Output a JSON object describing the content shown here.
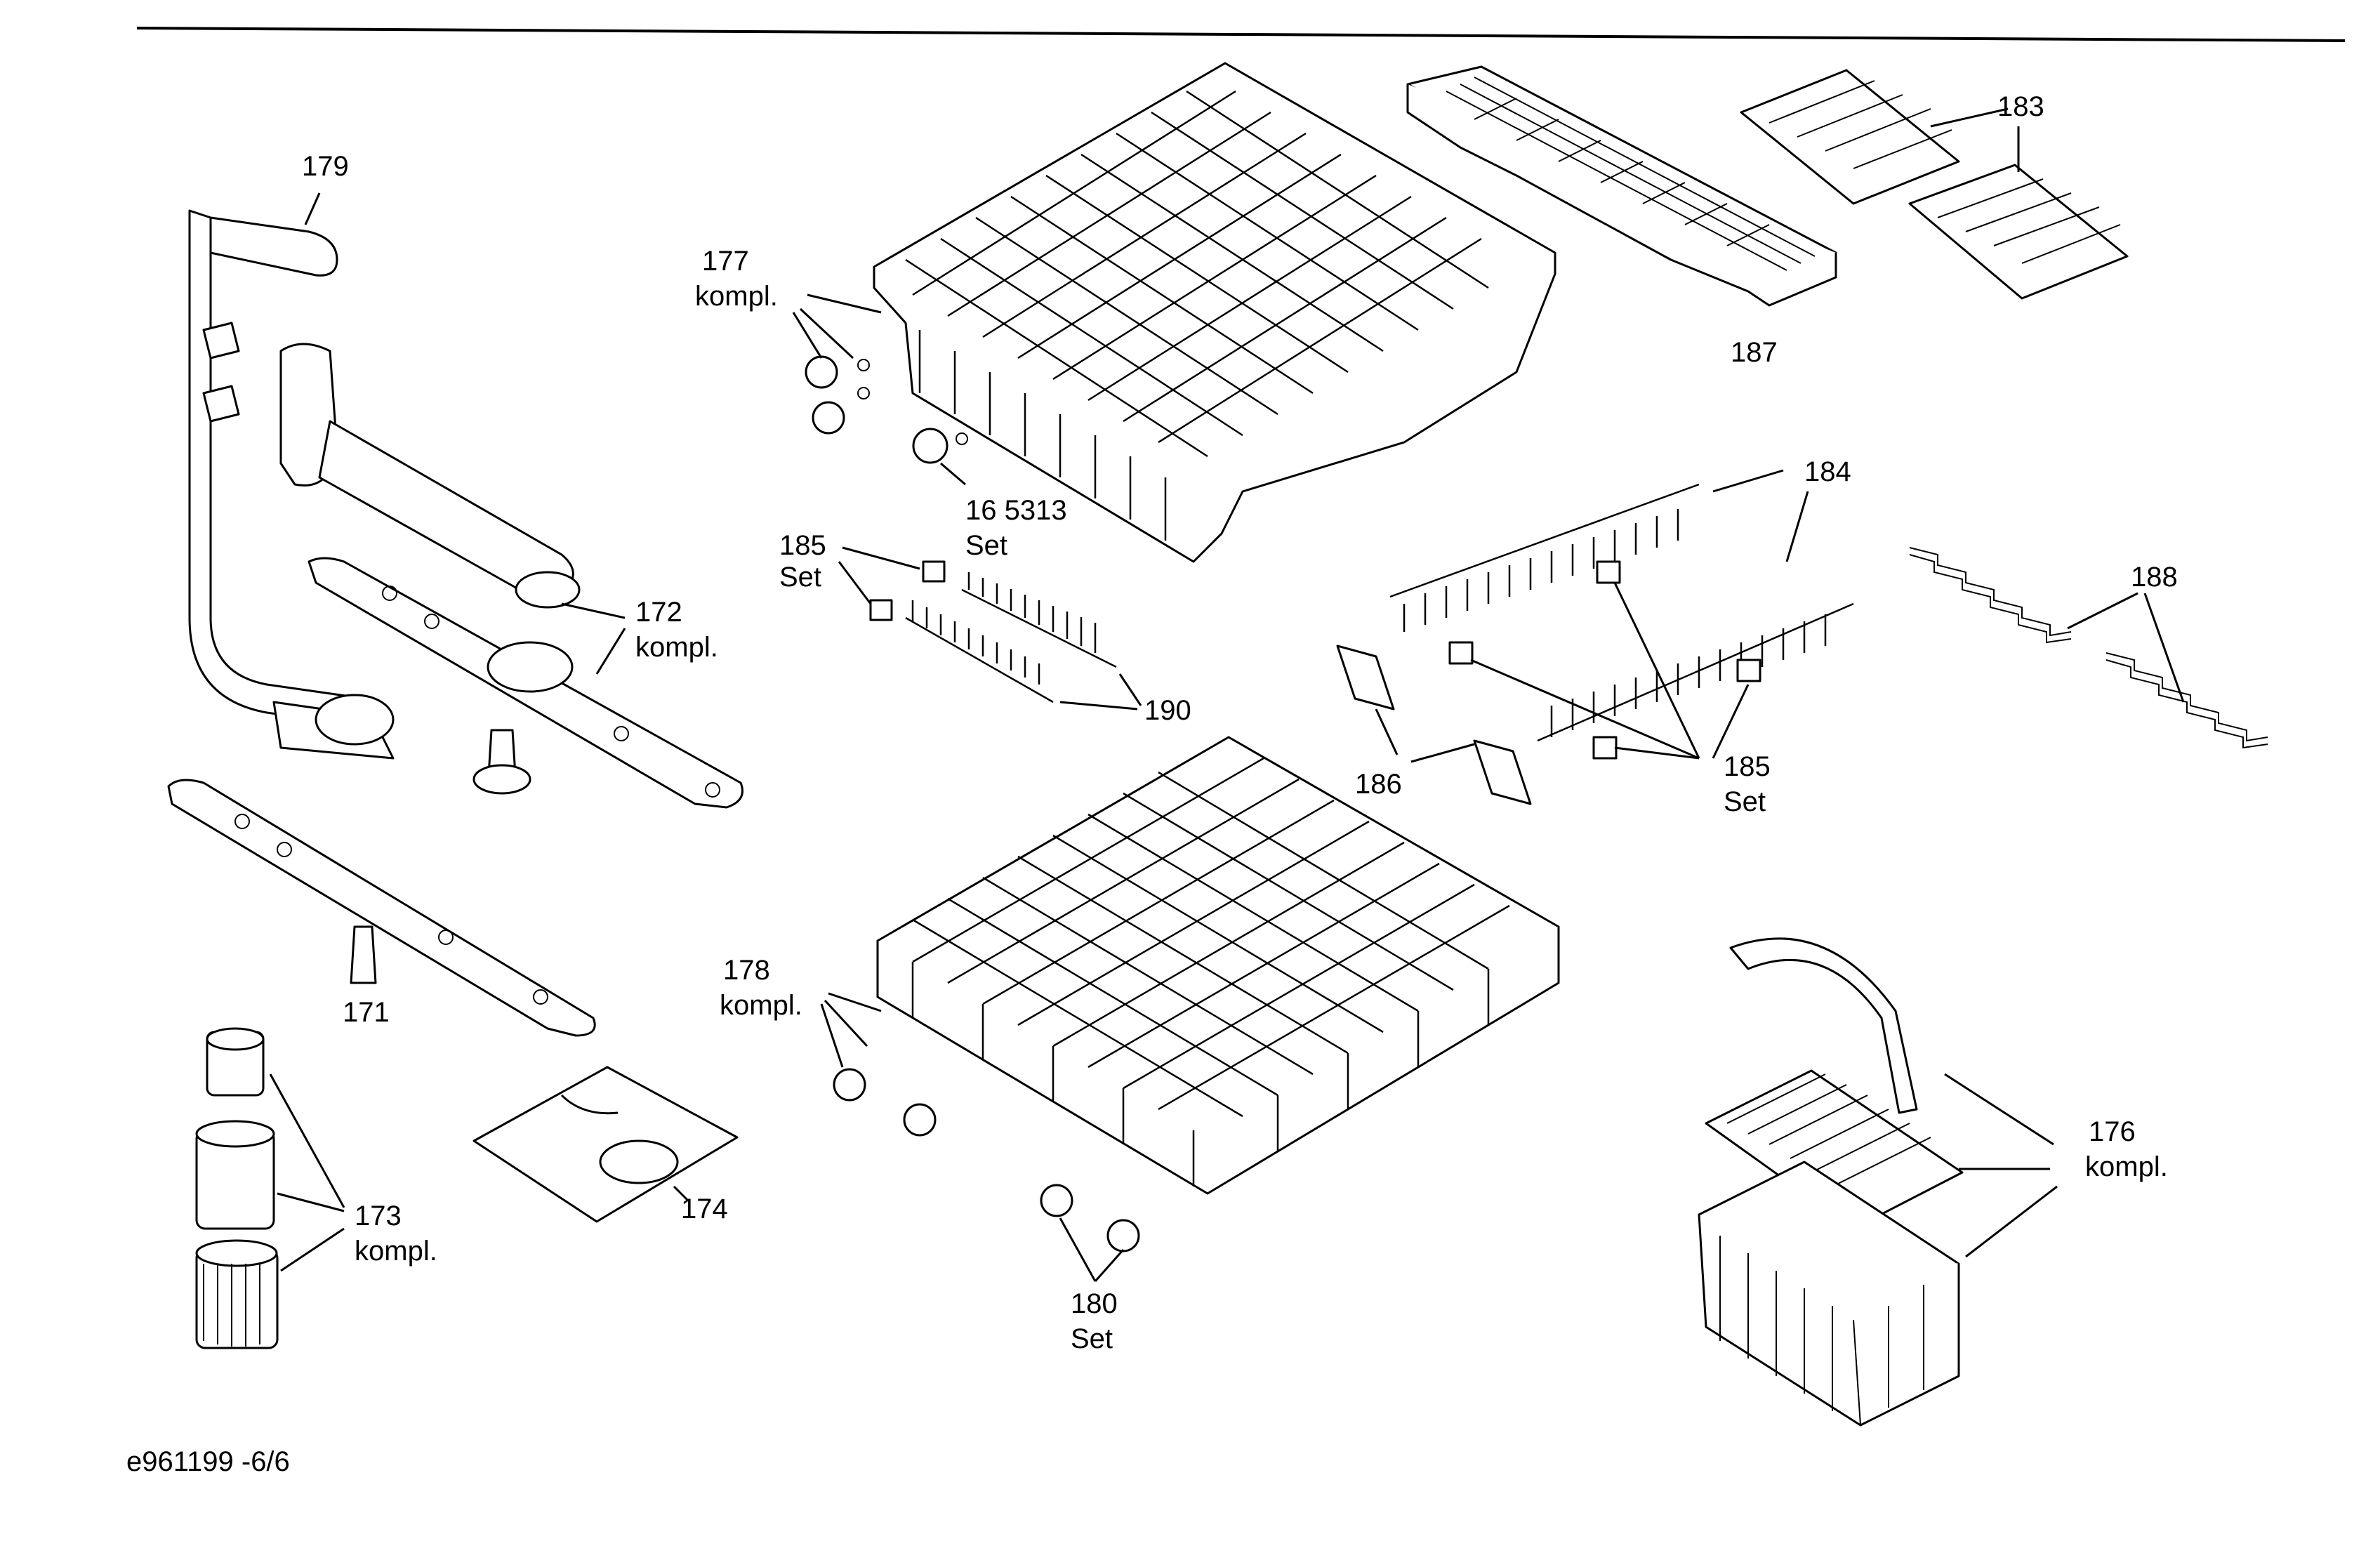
{
  "drawing_code": "e961199 -6/6",
  "parts": [
    {
      "id": "p179",
      "number": "179",
      "suffix": ""
    },
    {
      "id": "p172",
      "number": "172",
      "suffix": "kompl."
    },
    {
      "id": "p171",
      "number": "171",
      "suffix": ""
    },
    {
      "id": "p173",
      "number": "173",
      "suffix": "kompl."
    },
    {
      "id": "p174",
      "number": "174",
      "suffix": ""
    },
    {
      "id": "p177",
      "number": "177",
      "suffix": "kompl."
    },
    {
      "id": "p165313",
      "number": "16 5313",
      "suffix": "Set"
    },
    {
      "id": "p185a",
      "number": "185",
      "suffix": "Set"
    },
    {
      "id": "p190",
      "number": "190",
      "suffix": ""
    },
    {
      "id": "p178",
      "number": "178",
      "suffix": "kompl."
    },
    {
      "id": "p180",
      "number": "180",
      "suffix": "Set"
    },
    {
      "id": "p187",
      "number": "187",
      "suffix": ""
    },
    {
      "id": "p183",
      "number": "183",
      "suffix": ""
    },
    {
      "id": "p184",
      "number": "184",
      "suffix": ""
    },
    {
      "id": "p188",
      "number": "188",
      "suffix": ""
    },
    {
      "id": "p186",
      "number": "186",
      "suffix": ""
    },
    {
      "id": "p185b",
      "number": "185",
      "suffix": "Set"
    },
    {
      "id": "p176",
      "number": "176",
      "suffix": "kompl."
    }
  ]
}
